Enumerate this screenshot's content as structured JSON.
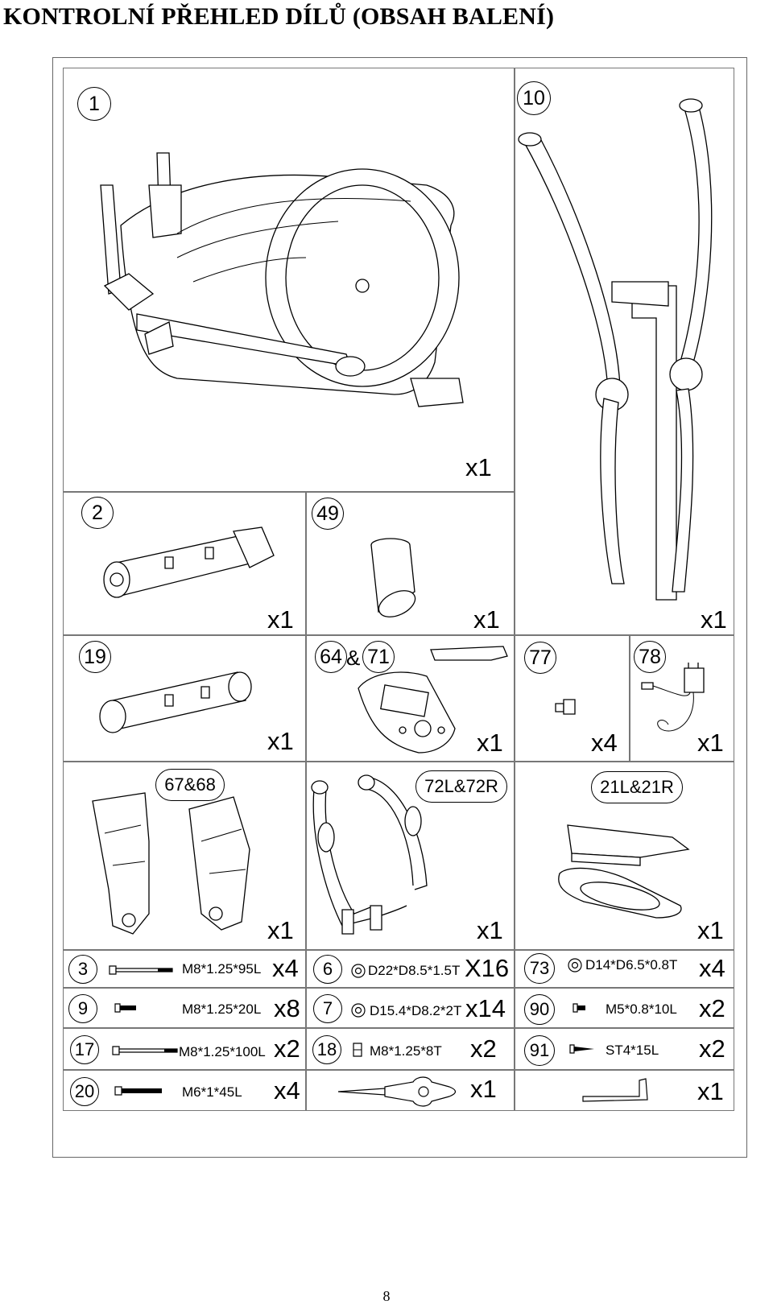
{
  "page": {
    "title": "KONTROLNÍ PŘEHLED DÍLŮ (OBSAH BALENÍ)",
    "page_number": "8"
  },
  "parts": {
    "p1": {
      "number": "1",
      "qty": "x1"
    },
    "p10": {
      "number": "10",
      "qty": "x1"
    },
    "p2": {
      "number": "2",
      "qty": "x1"
    },
    "p49": {
      "number": "49",
      "qty": "x1"
    },
    "p19": {
      "number": "19",
      "qty": "x1"
    },
    "p64_71": {
      "number_a": "64",
      "amp": "&",
      "number_b": "71",
      "qty": "x1"
    },
    "p77": {
      "number": "77",
      "qty": "x4"
    },
    "p78": {
      "number": "78",
      "qty": "x1"
    },
    "p67_68": {
      "label": "67&68",
      "qty": "x1"
    },
    "p72": {
      "label": "72L&72R",
      "qty": "x1"
    },
    "p21": {
      "label": "21L&21R",
      "qty": "x1"
    }
  },
  "hardware": [
    {
      "number": "3",
      "spec": "M8*1.25*95L",
      "qty": "x4"
    },
    {
      "number": "6",
      "spec": "D22*D8.5*1.5T",
      "qty": "X16"
    },
    {
      "number": "73",
      "spec": "D14*D6.5*0.8T",
      "qty": "x4"
    },
    {
      "number": "9",
      "spec": "M8*1.25*20L",
      "qty": "x8"
    },
    {
      "number": "7",
      "spec": "D15.4*D8.2*2T",
      "qty": "x14"
    },
    {
      "number": "90",
      "spec": "M5*0.8*10L",
      "qty": "x2"
    },
    {
      "number": "17",
      "spec": "M8*1.25*100L",
      "qty": "x2"
    },
    {
      "number": "18",
      "spec": "M8*1.25*8T",
      "qty": "x2"
    },
    {
      "number": "91",
      "spec": "ST4*15L",
      "qty": "x2"
    },
    {
      "number": "20",
      "spec": "M6*1*45L",
      "qty": "x4"
    },
    {
      "tool": "wrench-screwdriver",
      "qty": "x1"
    },
    {
      "tool": "allen-key",
      "qty": "x1"
    }
  ]
}
